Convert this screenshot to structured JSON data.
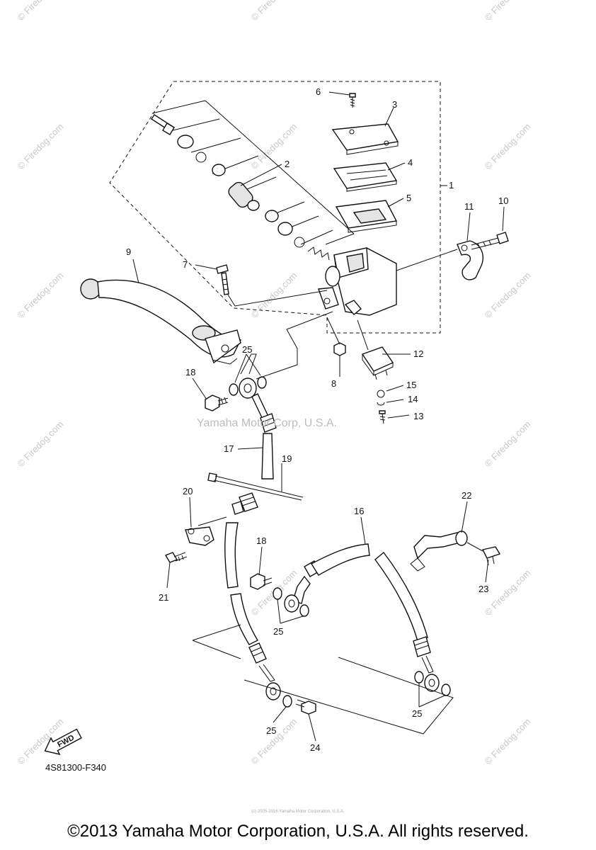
{
  "callouts": [
    "1",
    "2",
    "3",
    "4",
    "5",
    "6",
    "7",
    "8",
    "9",
    "10",
    "11",
    "12",
    "13",
    "14",
    "15",
    "16",
    "17",
    "18",
    "18",
    "19",
    "20",
    "21",
    "22",
    "23",
    "24",
    "25",
    "25",
    "25",
    "25"
  ],
  "watermark_text": "© Firedog.com",
  "center_watermark": "Yamaha Motor Corp, U.S.A.",
  "diagram_code": "4S81300-F340",
  "fwd_label": "FWD",
  "tiny_notice": "(c) 2005-2016 Yamaha Motor Corporation, U.S.A.",
  "copyright": "©2013 Yamaha Motor Corporation, U.S.A. All rights reserved."
}
